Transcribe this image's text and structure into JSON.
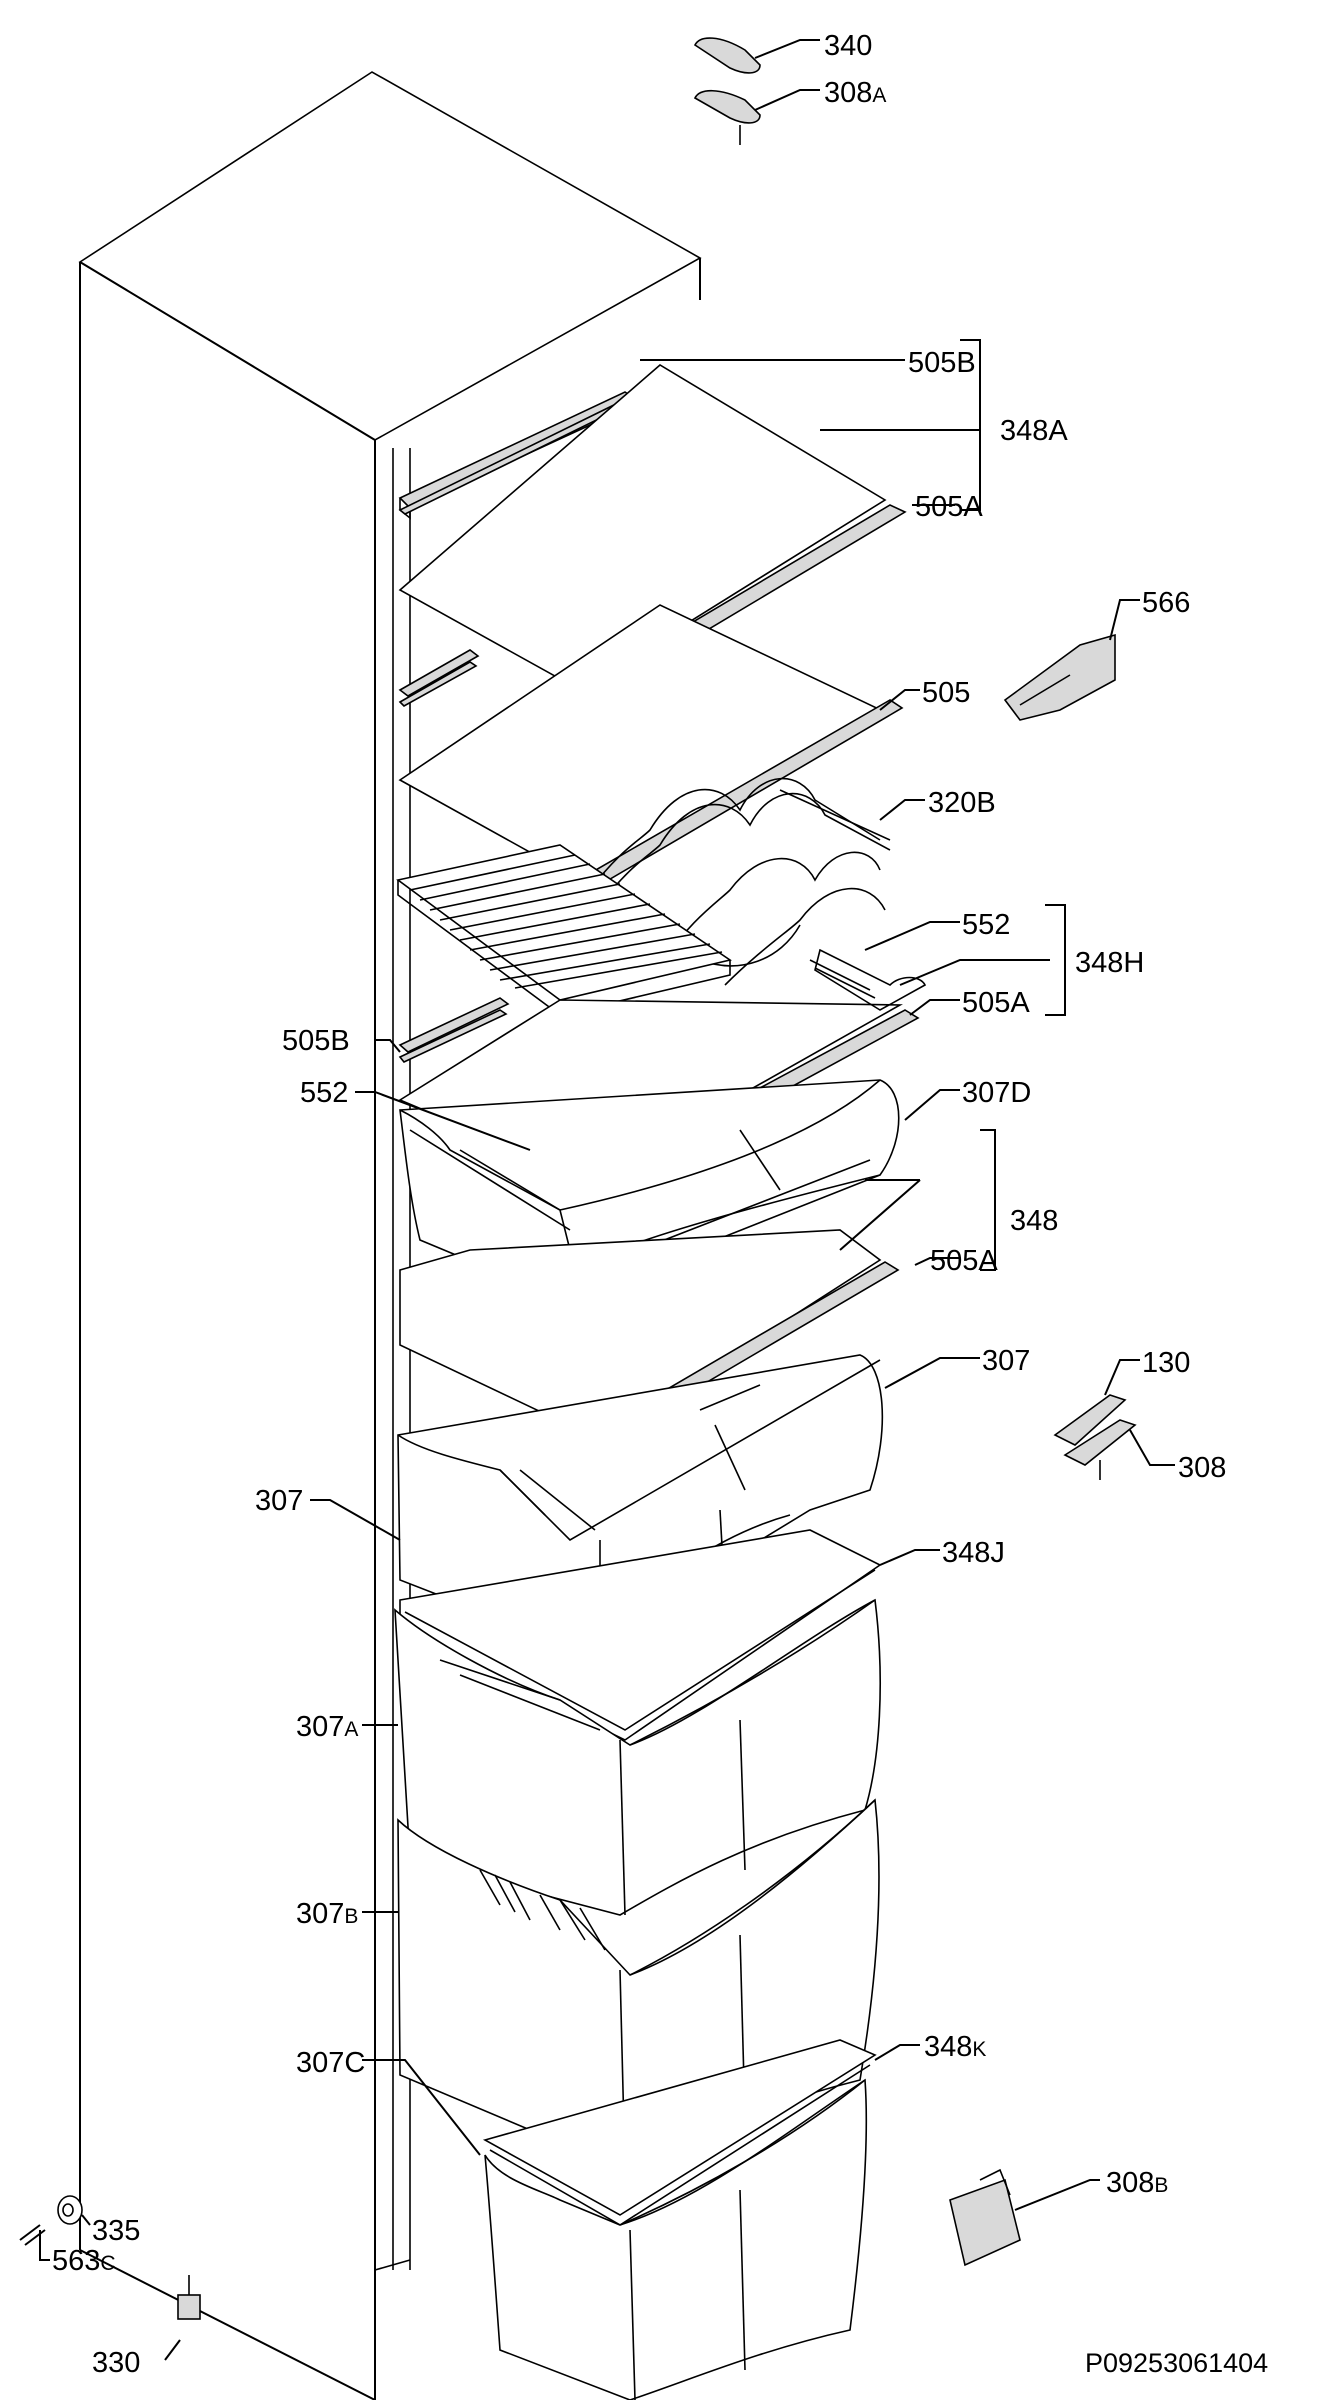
{
  "diagram": {
    "reference": "P09253061404",
    "labels": [
      {
        "id": "l340",
        "main": "340",
        "suffix": ""
      },
      {
        "id": "l308a",
        "main": "308",
        "suffix": "A"
      },
      {
        "id": "l505b_top",
        "main": "505B",
        "suffix": ""
      },
      {
        "id": "l348a",
        "main": "348A",
        "suffix": ""
      },
      {
        "id": "l505a_top",
        "main": "505A",
        "suffix": ""
      },
      {
        "id": "l566",
        "main": "566",
        "suffix": ""
      },
      {
        "id": "l505",
        "main": "505",
        "suffix": ""
      },
      {
        "id": "l320b",
        "main": "320B",
        "suffix": ""
      },
      {
        "id": "l552_r",
        "main": "552",
        "suffix": ""
      },
      {
        "id": "l348h",
        "main": "348H",
        "suffix": ""
      },
      {
        "id": "l505b_l",
        "main": "505B",
        "suffix": ""
      },
      {
        "id": "l505a_mid",
        "main": "505A",
        "suffix": ""
      },
      {
        "id": "l552_l",
        "main": "552",
        "suffix": ""
      },
      {
        "id": "l307d",
        "main": "307D",
        "suffix": ""
      },
      {
        "id": "l348",
        "main": "348",
        "suffix": ""
      },
      {
        "id": "l505a_low",
        "main": "505A",
        "suffix": ""
      },
      {
        "id": "l307_r",
        "main": "307",
        "suffix": ""
      },
      {
        "id": "l130",
        "main": "130",
        "suffix": ""
      },
      {
        "id": "l307_l",
        "main": "307",
        "suffix": ""
      },
      {
        "id": "l308",
        "main": "308",
        "suffix": ""
      },
      {
        "id": "l348j",
        "main": "348J",
        "suffix": ""
      },
      {
        "id": "l307a",
        "main": "307",
        "suffix": "A"
      },
      {
        "id": "l307b",
        "main": "307",
        "suffix": "B"
      },
      {
        "id": "l307c",
        "main": "307C",
        "suffix": ""
      },
      {
        "id": "l348k",
        "main": "348",
        "suffix": "K"
      },
      {
        "id": "l308b",
        "main": "308",
        "suffix": "B"
      },
      {
        "id": "l335",
        "main": "335",
        "suffix": ""
      },
      {
        "id": "l563c",
        "main": "563",
        "suffix": "C"
      },
      {
        "id": "l330",
        "main": "330",
        "suffix": ""
      }
    ]
  }
}
